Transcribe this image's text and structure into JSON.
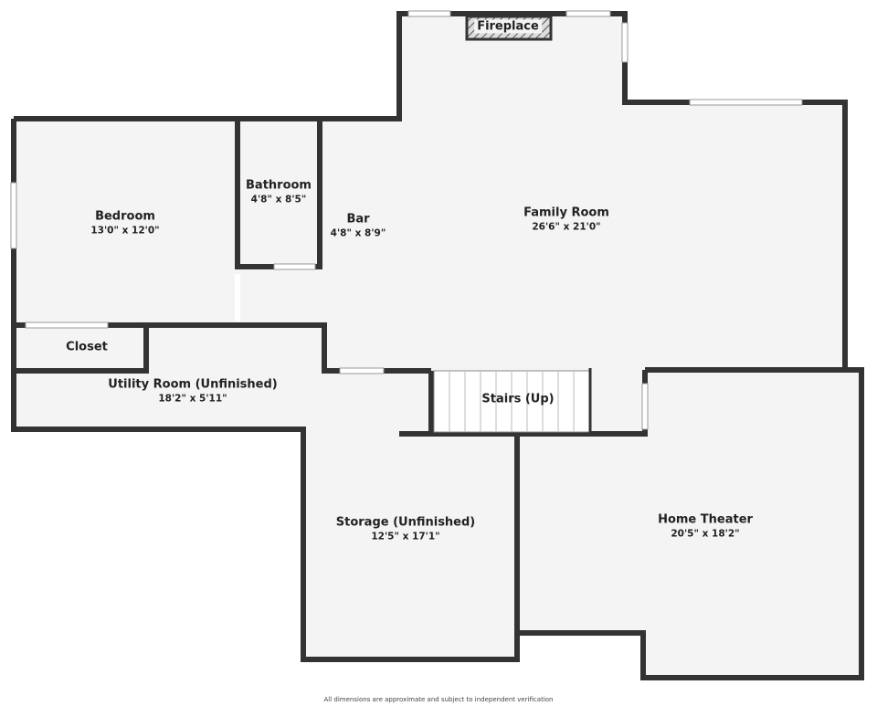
{
  "rooms": {
    "bedroom": {
      "name": "Bedroom",
      "dim": "13'0\" x 12'0\""
    },
    "bathroom": {
      "name": "Bathroom",
      "dim": "4'8\" x 8'5\""
    },
    "bar": {
      "name": "Bar",
      "dim": "4'8\" x 8'9\""
    },
    "family": {
      "name": "Family Room",
      "dim": "26'6\" x 21'0\""
    },
    "closet": {
      "name": "Closet"
    },
    "utility": {
      "name": "Utility Room (Unfinished)",
      "dim": "18'2\" x 5'11\""
    },
    "stairs": {
      "name": "Stairs (Up)"
    },
    "storage": {
      "name": "Storage (Unfinished)",
      "dim": "12'5\" x 17'1\""
    },
    "theater": {
      "name": "Home Theater",
      "dim": "20'5\" x 18'2\""
    },
    "fireplace": {
      "name": "Fireplace"
    }
  },
  "footer": "All dimensions are approximate and subject to independent verification",
  "colors": {
    "wall": "#333333",
    "floor": "#f4f4f4"
  }
}
